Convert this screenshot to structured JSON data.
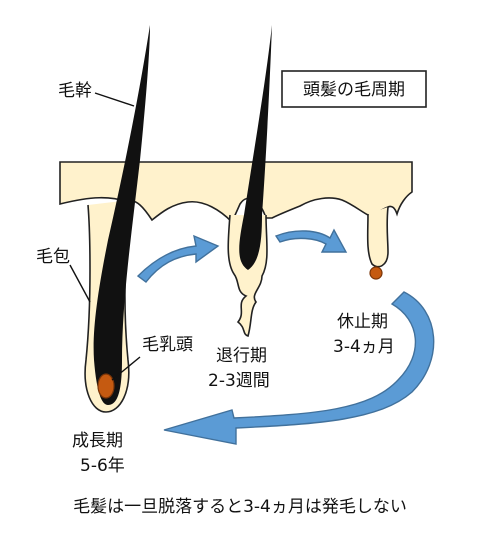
{
  "title": "頭髪の毛周期",
  "labels": {
    "hair_shaft": "毛幹",
    "follicle": "毛包",
    "dermal_papilla": "毛乳頭"
  },
  "phases": {
    "anagen": {
      "name": "成長期",
      "duration": "5-6年"
    },
    "catagen": {
      "name": "退行期",
      "duration": "2-3週間"
    },
    "telogen": {
      "name": "休止期",
      "duration": "3-4ヵ月"
    }
  },
  "caption": "毛髪は一旦脱落すると3-4ヵ月は発毛しない",
  "colors": {
    "skin": "#FFF2CC",
    "hair": "#111111",
    "papilla": "#C55A11",
    "arrow": "#5B9BD5",
    "arrow_stroke": "#41719C"
  }
}
